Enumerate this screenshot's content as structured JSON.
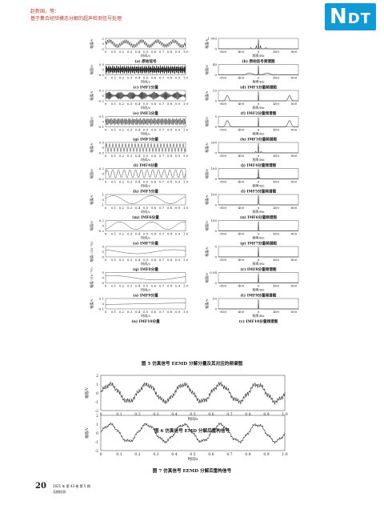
{
  "header": {
    "authors": "赵新国，等：",
    "title": "基于集合经验模态分解的超声检测信号处理",
    "logo": "NDT",
    "accent_color": "#c0392b",
    "logo_color": "#0e9bd8"
  },
  "figure5": {
    "caption": "图 5    仿真信号 EEMD 分解分量及其对应的频谱图",
    "time_axis": {
      "label": "时间/s",
      "ticks": [
        "0",
        "0.1",
        "0.2",
        "0.3",
        "0.4",
        "0.5",
        "0.6",
        "0.7",
        "0.8",
        "0.9",
        "1.0"
      ]
    },
    "freq_axis": {
      "label": "频率/Hz",
      "ticks": [
        "-800",
        "-400",
        "0",
        "400",
        "800"
      ]
    },
    "rows": [
      {
        "left_ylabel": "幅值/V",
        "left_yticks": [
          "2",
          "0",
          "-2"
        ],
        "left_caption": "(a) 原始信号",
        "right_ylabel": "幅值/V",
        "right_yticks": [
          "1 000",
          "0"
        ],
        "right_caption": "(b) 原始信号频谱图"
      },
      {
        "left_ylabel": "幅值/V",
        "left_yticks": [
          "0.5",
          "0",
          "-0.5"
        ],
        "left_caption": "(c) IMF1分量",
        "right_ylabel": "幅值/V",
        "right_yticks": [
          "40",
          "0"
        ],
        "right_caption": "(d) IMF1分量频谱图"
      },
      {
        "left_ylabel": "幅值/V",
        "left_yticks": [
          "0.2",
          "0",
          "-0.2"
        ],
        "left_caption": "(e) IMF2分量",
        "right_ylabel": "幅值/V",
        "right_yticks": [
          "20",
          "0"
        ],
        "right_caption": "(f) IMF2分量频谱图"
      },
      {
        "left_ylabel": "幅值/V",
        "left_yticks": [
          "0.1",
          "0",
          "-0.1"
        ],
        "left_caption": "(g) IMF3分量",
        "right_ylabel": "幅值/V",
        "right_yticks": [
          "5",
          "0"
        ],
        "right_caption": "(h) IMF3分量频谱图"
      },
      {
        "left_ylabel": "幅值/V",
        "left_yticks": [
          "0.5",
          "0",
          "-0.5"
        ],
        "left_caption": "(i) IMF4分量",
        "right_ylabel": "幅值/V",
        "right_yticks": [
          "200",
          "0"
        ],
        "right_caption": "(j) IMF4分量频谱图"
      },
      {
        "left_ylabel": "幅值/V",
        "left_yticks": [
          "0.2",
          "0",
          "-0.2"
        ],
        "left_caption": "(k) IMF5分量",
        "right_ylabel": "幅值/V",
        "right_yticks": [
          "100",
          "0"
        ],
        "right_caption": "(l) IMF5分量频谱图"
      },
      {
        "left_ylabel": "幅值/V",
        "left_yticks": [
          "1",
          "0",
          "-1"
        ],
        "left_caption": "(m) IMF6分量",
        "right_ylabel": "幅值/V",
        "right_yticks": [
          "100",
          "0"
        ],
        "right_caption": "(n) IMF6分量频谱图"
      },
      {
        "left_ylabel": "幅值/V",
        "left_yticks": [
          "0.2",
          "0",
          "-0.2"
        ],
        "left_caption": "(o) IMF7分量",
        "right_ylabel": "幅值/V",
        "right_yticks": [
          "100",
          "0"
        ],
        "right_caption": "(p) IMF7分量频谱图"
      },
      {
        "left_ylabel": "幅值/ (10⁻²V)",
        "left_yticks": [
          "5",
          "0",
          "-5"
        ],
        "left_caption": "(q) IMF8分量",
        "right_ylabel": "幅值/V",
        "right_yticks": [
          "5",
          "0"
        ],
        "right_caption": "(r) IMF8分量频谱图"
      },
      {
        "left_ylabel": "幅值/ (10⁻²V)",
        "left_yticks": [
          "5",
          "0",
          "-5"
        ],
        "left_caption": "(s) IMF9分量",
        "right_ylabel": "幅值/V",
        "right_yticks": [
          "0.04",
          "0"
        ],
        "right_caption": "(t) IMF9分量频谱图"
      },
      {
        "left_ylabel": "幅值/V",
        "left_yticks": [
          "0.1",
          "0",
          "-0.1"
        ],
        "left_caption": "(u) IMF10分量",
        "right_ylabel": "幅值/V",
        "right_yticks": [
          "50",
          "0"
        ],
        "right_caption": "(v) IMF10分量频谱图"
      }
    ]
  },
  "figure6": {
    "caption": "图 6    仿真信号 EMD 分解后重构信号",
    "ylabel": "幅值/V",
    "xlabel": "时间/s",
    "yticks": [
      "2",
      "1",
      "0",
      "-1",
      "-2"
    ],
    "xticks": [
      "0",
      "0.1",
      "0.2",
      "0.3",
      "0.4",
      "0.5",
      "0.6",
      "0.7",
      "0.8",
      "0.9",
      "1.0"
    ]
  },
  "figure7": {
    "caption": "图 7    仿真信号 EEMD 分解后重构信号",
    "ylabel": "幅值/V",
    "xlabel": "时间/s",
    "yticks": [
      "2",
      "1",
      "0",
      "-1",
      "-2"
    ],
    "xticks": [
      "0",
      "0.1",
      "0.2",
      "0.3",
      "0.4",
      "0.5",
      "0.6",
      "0.7",
      "0.8",
      "0.9",
      "1.0"
    ]
  },
  "footer": {
    "page_number": "20",
    "issue": "2021 年 第 43 卷 第 5 期",
    "journal": "无损检测"
  }
}
